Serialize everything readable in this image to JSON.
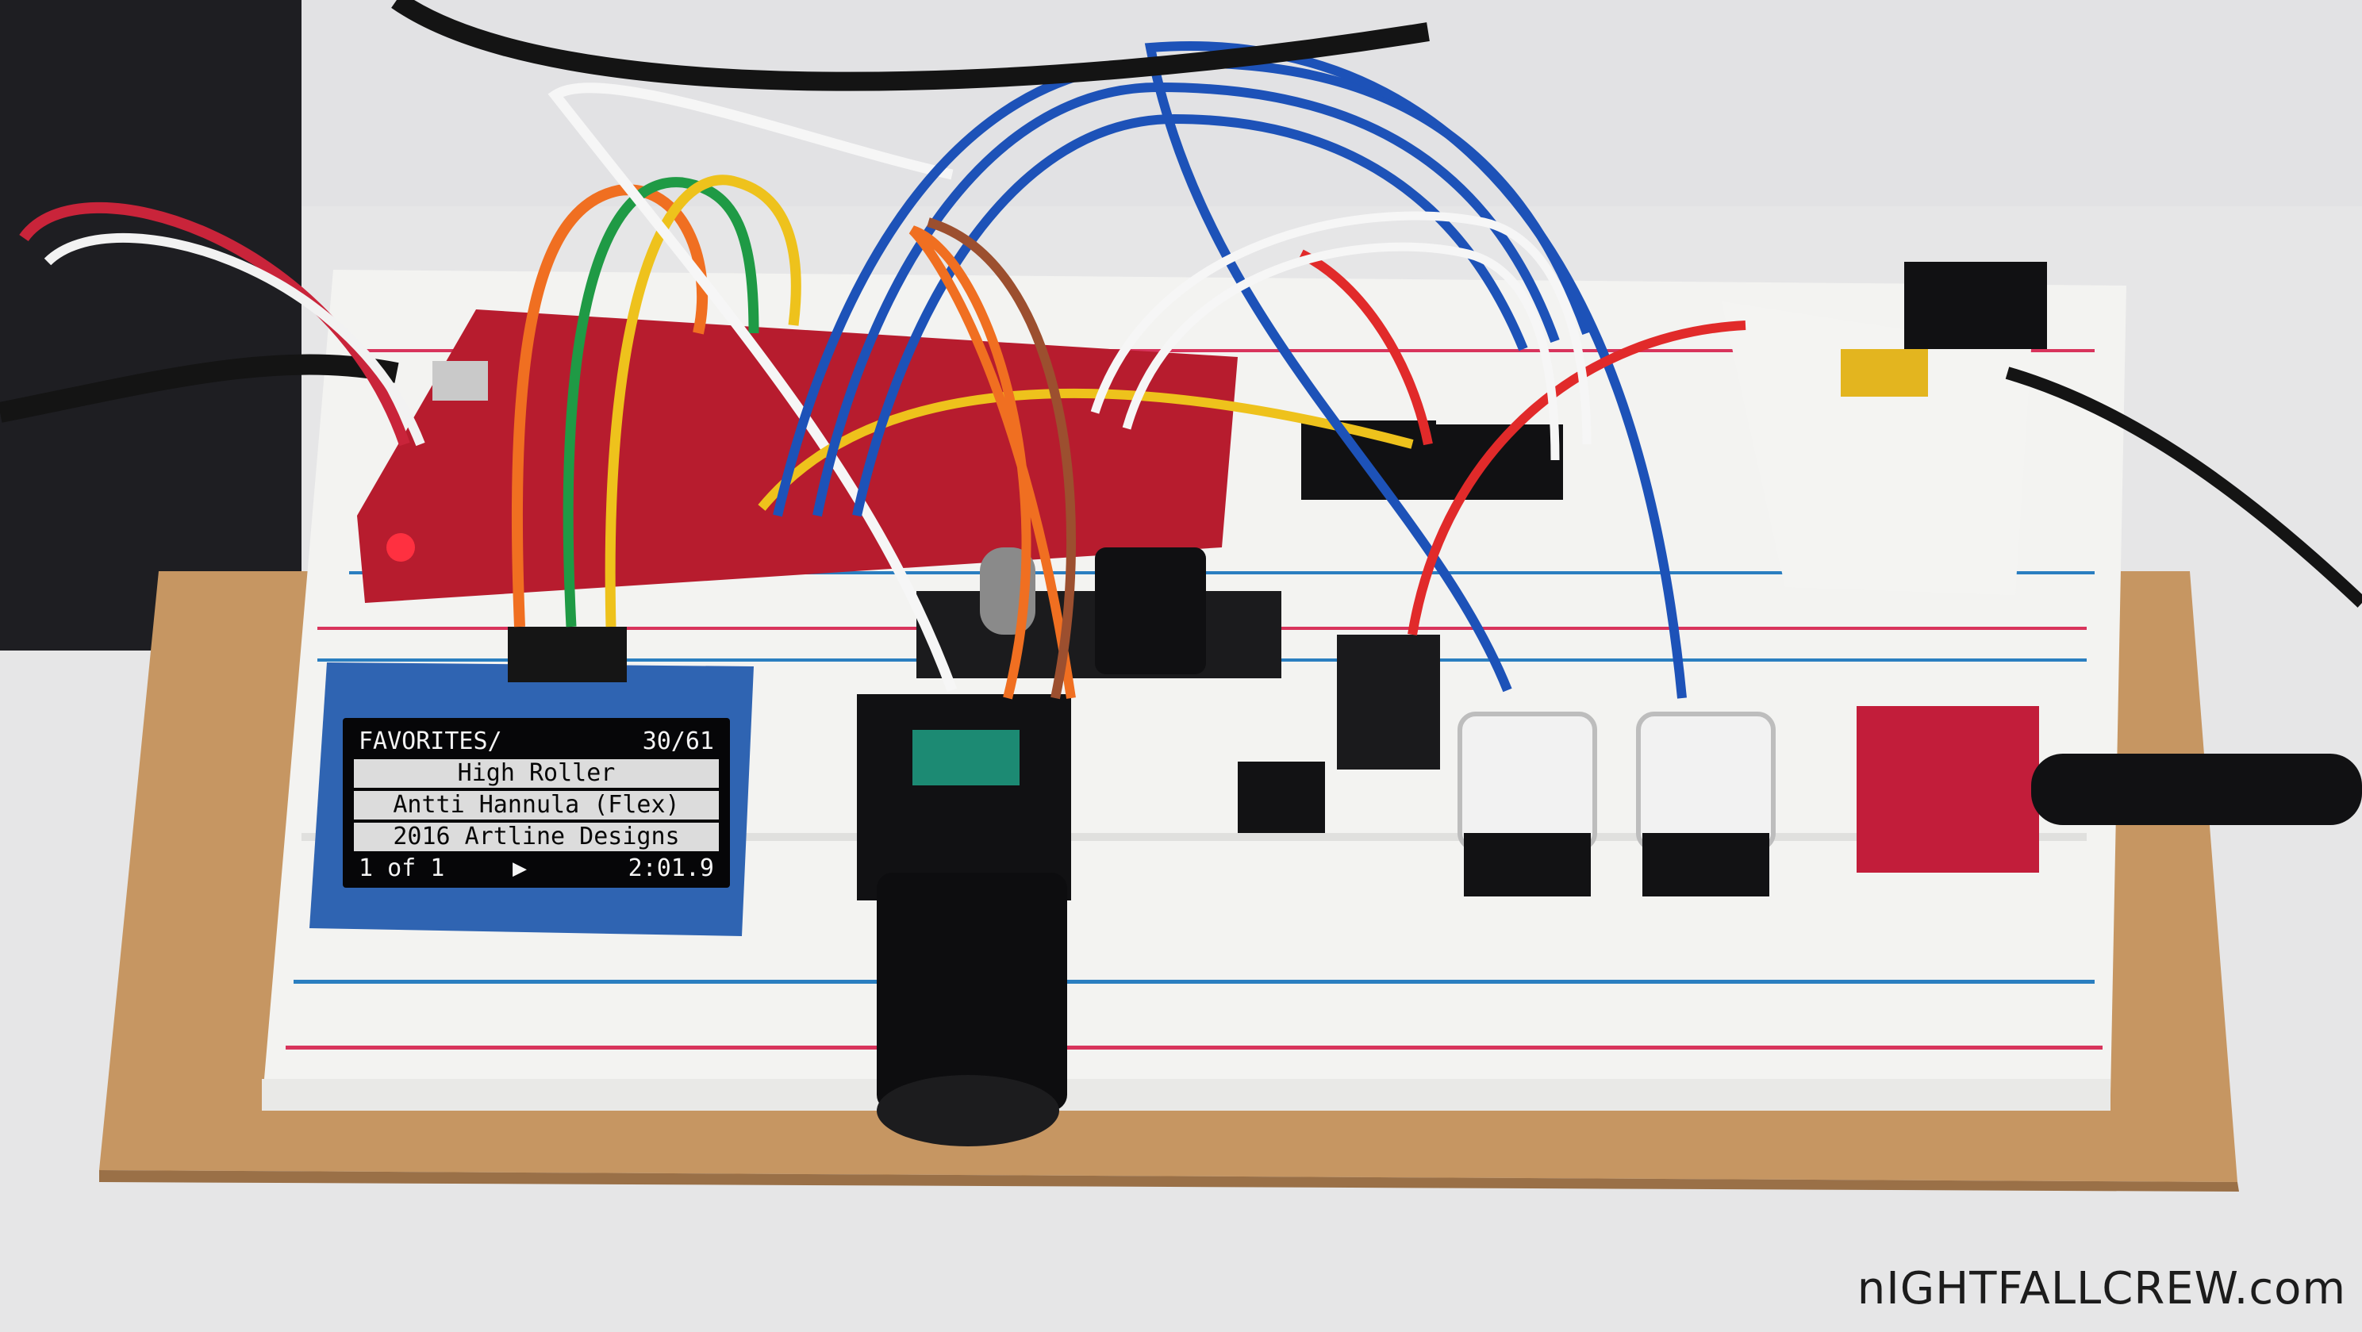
{
  "oled": {
    "path": "FAVORITES/",
    "count": "30/61",
    "line1": "High Roller",
    "line2": "Antti Hannula (Flex)",
    "line3": "2016 Artline Designs",
    "page": "1 of 1",
    "play_icon": "play-icon",
    "time": "2:01.9"
  },
  "watermark": "nIGHTFALLCREW.com",
  "colors": {
    "background": "#e9e9ea",
    "cardboard": "#c2925f",
    "breadboard": "#f2f2f0",
    "red_board": "#b71c2e",
    "rail_red": "#d8345c",
    "rail_blue": "#2a7ec0"
  }
}
